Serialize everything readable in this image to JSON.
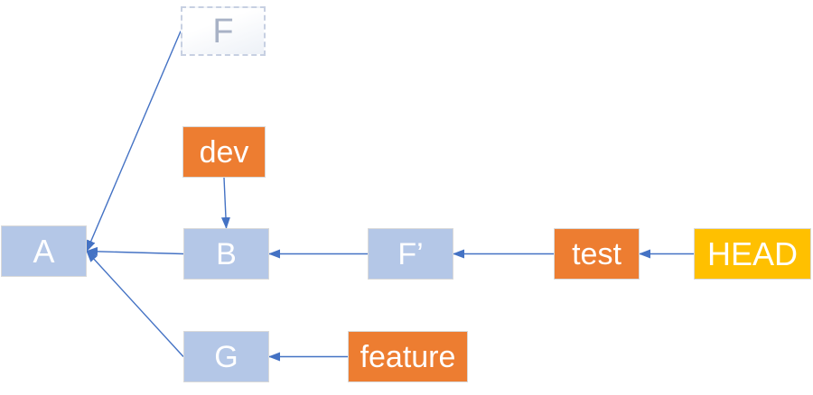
{
  "diagram": {
    "title": "git commit graph",
    "colors": {
      "connector": "#4472c4",
      "commit_fill": "#b4c7e7",
      "branch_fill": "#ed7d31",
      "head_fill": "#ffc000",
      "label_text": "#ffffff",
      "pending_text": "#a8b2c6",
      "pending_border": "#c7d0e2"
    },
    "nodes": [
      {
        "id": "F",
        "label": "F",
        "kind": "deleted-commit"
      },
      {
        "id": "dev",
        "label": "dev",
        "kind": "branch"
      },
      {
        "id": "A",
        "label": "A",
        "kind": "commit"
      },
      {
        "id": "B",
        "label": "B",
        "kind": "commit"
      },
      {
        "id": "fprime",
        "label": "F’",
        "kind": "commit"
      },
      {
        "id": "test",
        "label": "test",
        "kind": "branch"
      },
      {
        "id": "head",
        "label": "HEAD",
        "kind": "head"
      },
      {
        "id": "G",
        "label": "G",
        "kind": "commit"
      },
      {
        "id": "feature",
        "label": "feature",
        "kind": "branch"
      }
    ],
    "edges": [
      {
        "from": "F",
        "from_side": "left",
        "to": "A",
        "to_side": "right"
      },
      {
        "from": "dev",
        "from_side": "bottom",
        "to": "B",
        "to_side": "top"
      },
      {
        "from": "B",
        "from_side": "left",
        "to": "A",
        "to_side": "right"
      },
      {
        "from": "G",
        "from_side": "left",
        "to": "A",
        "to_side": "right"
      },
      {
        "from": "fprime",
        "from_side": "left",
        "to": "B",
        "to_side": "right"
      },
      {
        "from": "test",
        "from_side": "left",
        "to": "fprime",
        "to_side": "right"
      },
      {
        "from": "head",
        "from_side": "left",
        "to": "test",
        "to_side": "right"
      },
      {
        "from": "feature",
        "from_side": "left",
        "to": "G",
        "to_side": "right"
      }
    ]
  }
}
